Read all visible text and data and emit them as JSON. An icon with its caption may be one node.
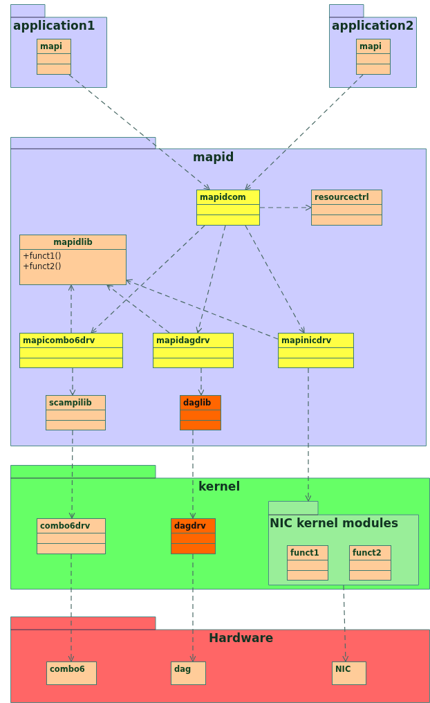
{
  "diagram": {
    "nodes": [
      {
        "text": [
          "application1"
        ]
      },
      {
        "text": [
          "mapi"
        ],
        "in": 0
      },
      {
        "text": [
          "application2"
        ]
      },
      {
        "text": [
          "mapi"
        ],
        "in": 2
      },
      {
        "text": [
          "mapid"
        ]
      },
      {
        "text": [
          "mapidcom"
        ],
        "in": 4
      },
      {
        "text": [
          "resourcectrl"
        ],
        "in": 4
      },
      {
        "text": [
          "mapidlib",
          "+funct1()",
          "+funct2()"
        ],
        "in": 4
      },
      {
        "text": [
          "mapicombo6drv"
        ],
        "in": 4
      },
      {
        "text": [
          "mapidagdrv"
        ],
        "in": 4
      },
      {
        "text": [
          "mapinicdrv"
        ],
        "in": 4
      },
      {
        "text": [
          "scampilib"
        ],
        "in": 4
      },
      {
        "text": [
          "daglib"
        ],
        "in": 4
      },
      {
        "text": [
          "kernel"
        ]
      },
      {
        "text": [
          "combo6drv"
        ],
        "in": 13
      },
      {
        "text": [
          "dagdrv"
        ],
        "in": 13
      },
      {
        "text": [
          "NIC kernel modules"
        ],
        "in": 13
      },
      {
        "text": [
          "funct1"
        ],
        "in": 16
      },
      {
        "text": [
          "funct2"
        ],
        "in": 16
      },
      {
        "text": [
          "Hardware"
        ]
      },
      {
        "text": [
          "combo6"
        ],
        "in": 19
      },
      {
        "text": [
          "dag"
        ],
        "in": 19
      },
      {
        "text": [
          "NIC"
        ],
        "in": 19
      }
    ],
    "edges": [
      {
        "from": 1,
        "to": 5,
        "arrow": "to"
      },
      {
        "from": 3,
        "to": 5,
        "arrow": "to"
      },
      {
        "from": 5,
        "to": 6,
        "arrow": "to"
      },
      {
        "from": 5,
        "to": 8,
        "arrow": "to"
      },
      {
        "from": 5,
        "to": 9,
        "arrow": "to"
      },
      {
        "from": 5,
        "to": 10,
        "arrow": "to"
      },
      {
        "from": 8,
        "to": 7,
        "arrow": "to"
      },
      {
        "from": 9,
        "to": 7,
        "arrow": "to"
      },
      {
        "from": 10,
        "to": 7,
        "arrow": "to"
      },
      {
        "from": 8,
        "to": 11,
        "arrow": "to"
      },
      {
        "from": 9,
        "to": 12,
        "arrow": "to"
      },
      {
        "from": 10,
        "to": 16,
        "arrow": "to"
      },
      {
        "from": 11,
        "to": 14,
        "arrow": "to"
      },
      {
        "from": 12,
        "to": 15,
        "arrow": "to"
      },
      {
        "from": 14,
        "to": 20,
        "arrow": "to"
      },
      {
        "from": 15,
        "to": 21,
        "arrow": "to"
      },
      {
        "from": 16,
        "to": 22,
        "arrow": "to"
      }
    ]
  }
}
